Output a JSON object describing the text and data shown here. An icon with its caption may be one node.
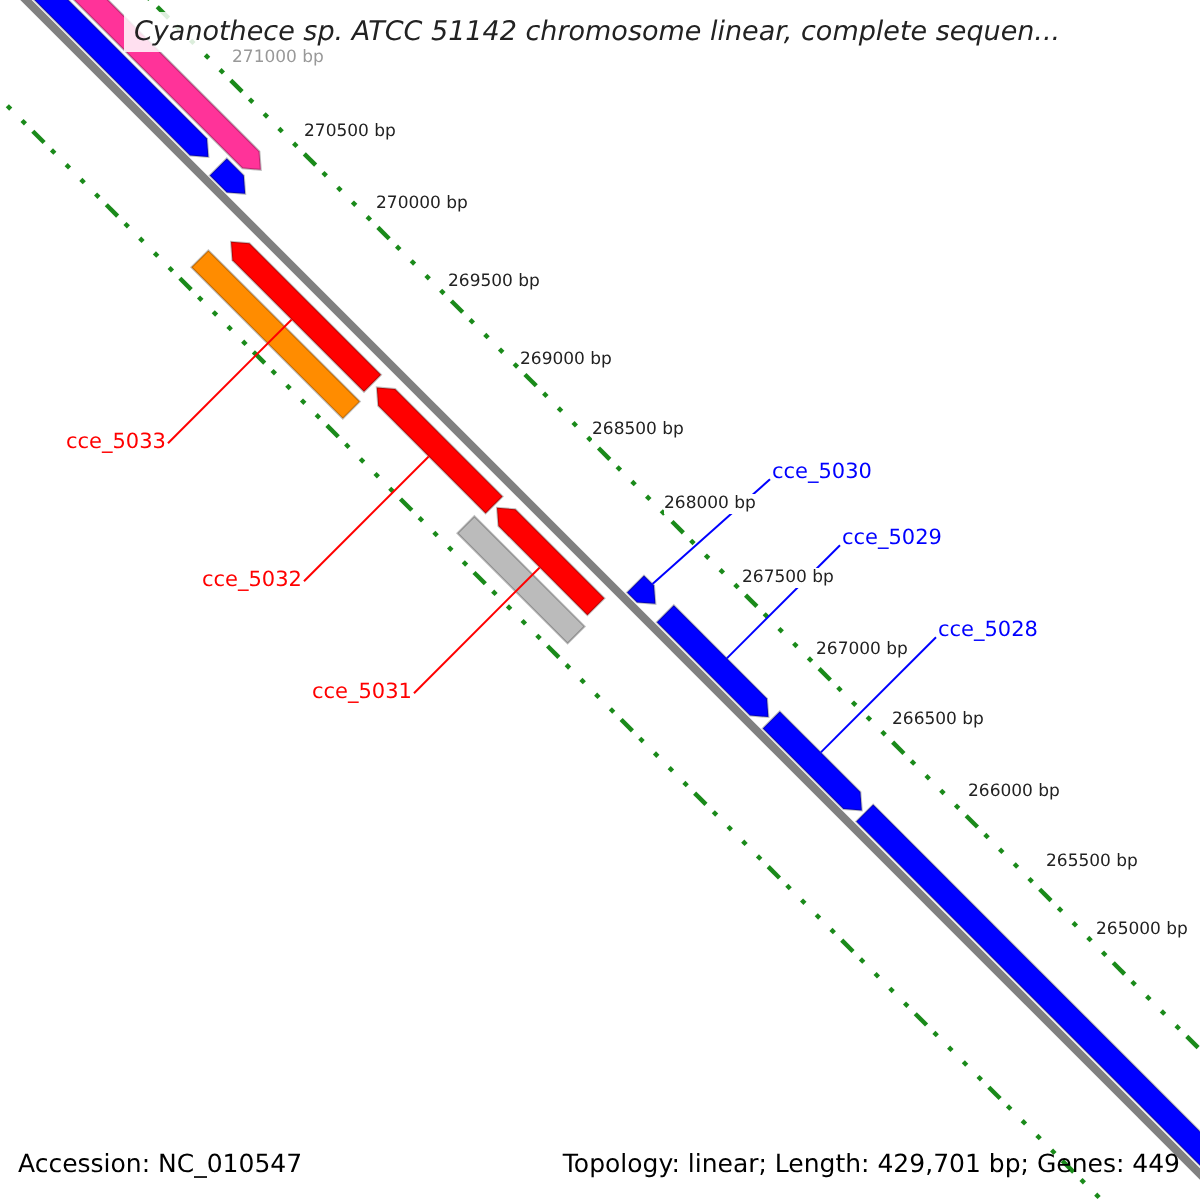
{
  "diagram": {
    "title": "Cyanothece sp. ATCC 51142 chromosome linear, complete sequen...",
    "nodes": [
      {
        "text": [
          "cce_5033"
        ]
      },
      {
        "text": [
          "cce_5032"
        ]
      },
      {
        "text": [
          "cce_5031"
        ]
      },
      {
        "text": [
          "cce_5030"
        ]
      },
      {
        "text": [
          "cce_5029"
        ]
      },
      {
        "text": [
          "cce_5028"
        ]
      },
      {
        "text": [],
        "shape": "arrow"
      },
      {
        "text": [],
        "shape": "arrow"
      },
      {
        "text": [],
        "shape": "arrow"
      },
      {
        "text": [],
        "shape": "arrow"
      },
      {
        "text": [],
        "shape": "bar"
      },
      {
        "text": [],
        "shape": "arrow"
      },
      {
        "text": [],
        "shape": "arrow"
      },
      {
        "text": [],
        "shape": "bar"
      },
      {
        "text": [],
        "shape": "arrow"
      },
      {
        "text": [],
        "shape": "arrow"
      },
      {
        "text": [],
        "shape": "arrow"
      },
      {
        "text": [],
        "shape": "arrow"
      }
    ],
    "edges": [
      {
        "from": 0,
        "to": 9,
        "arrow": "none",
        "color": "#ff0000"
      },
      {
        "from": 1,
        "to": 11,
        "arrow": "none",
        "color": "#ff0000"
      },
      {
        "from": 2,
        "to": 12,
        "arrow": "none",
        "color": "#ff0000"
      },
      {
        "from": 3,
        "to": 14,
        "arrow": "none",
        "color": "#0000ff"
      },
      {
        "from": 4,
        "to": 15,
        "arrow": "none",
        "color": "#0000ff"
      },
      {
        "from": 5,
        "to": 16,
        "arrow": "none",
        "color": "#0000ff"
      }
    ],
    "labels": [
      "271000 bp",
      "270500 bp",
      "270000 bp",
      "269500 bp",
      "269000 bp",
      "268500 bp",
      "268000 bp",
      "267500 bp",
      "267000 bp",
      "266500 bp",
      "266000 bp",
      "265500 bp",
      "265000 bp",
      "Accession: NC_010547",
      "Topology: linear; Length: 429,701 bp; Genes: 449"
    ]
  }
}
